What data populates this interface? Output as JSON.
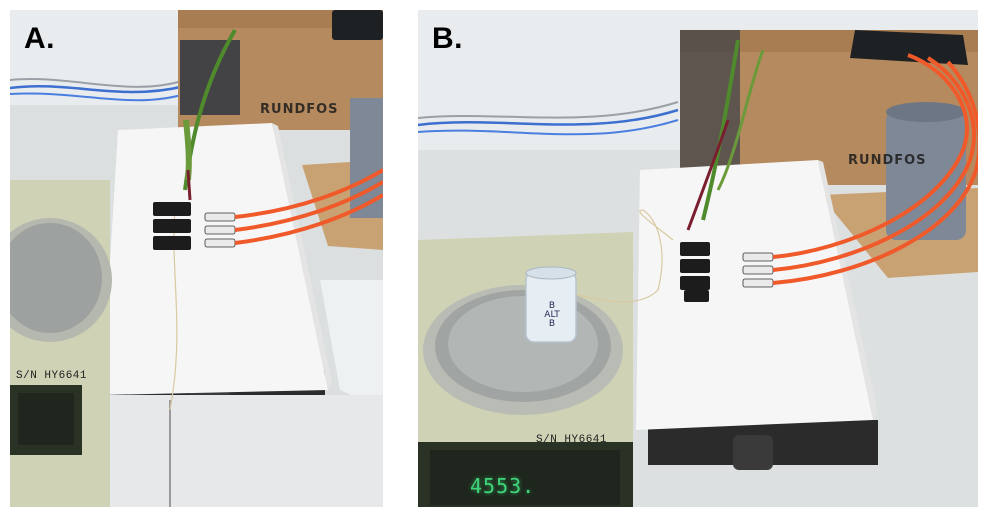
{
  "figure": {
    "panels": [
      {
        "label": "A.",
        "scale_serial": "S/N HY6641",
        "box_brand": "RUNDFOS"
      },
      {
        "label": "B.",
        "scale_serial": "S/N HY6641",
        "scale_display": "4553.",
        "box_brand": "RUNDFOS",
        "vial_text": [
          "B",
          "ALT",
          "B"
        ]
      }
    ]
  },
  "colors": {
    "tube": "#f05a2a",
    "foam": "#f6f6f6",
    "cardboard": "#b58a5e",
    "scale_body": "#cfd2b4",
    "lcd_text": "#3fd67a",
    "clamp": "#1c1c1c"
  }
}
